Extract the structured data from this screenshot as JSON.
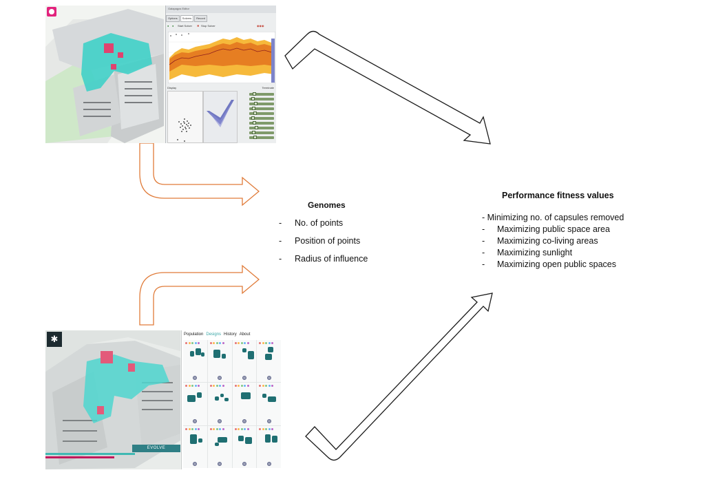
{
  "genomes": {
    "title": "Genomes",
    "items": [
      "No. of points",
      "Position of points",
      "Radius of influence"
    ]
  },
  "fitness": {
    "title": "Performance fitness values",
    "first_item": "- Minimizing no. of capsules removed",
    "items": [
      "Maximizing public space area",
      "Maximizing co-living areas",
      "Maximizing sunlight",
      "Maximizing open public spaces"
    ]
  },
  "list_dash": "-",
  "top_app": {
    "window_title": "Galapagos Editor",
    "tabs": [
      "Options",
      "Solvers",
      "Record"
    ],
    "start_label": "Start Solver",
    "stop_label": "Stop Solver",
    "display_label": "Display",
    "terminate_label": "Terminate"
  },
  "bottom_app": {
    "nav": [
      "Population",
      "Designs",
      "History",
      "About"
    ],
    "evolve_label": "EVOLVE"
  },
  "colors": {
    "arrow_orange": "#e07b39",
    "arrow_black": "#1a1a1a",
    "teal": "#3fd0c9",
    "dark_teal": "#1f6f72",
    "pink": "#e0436f"
  }
}
